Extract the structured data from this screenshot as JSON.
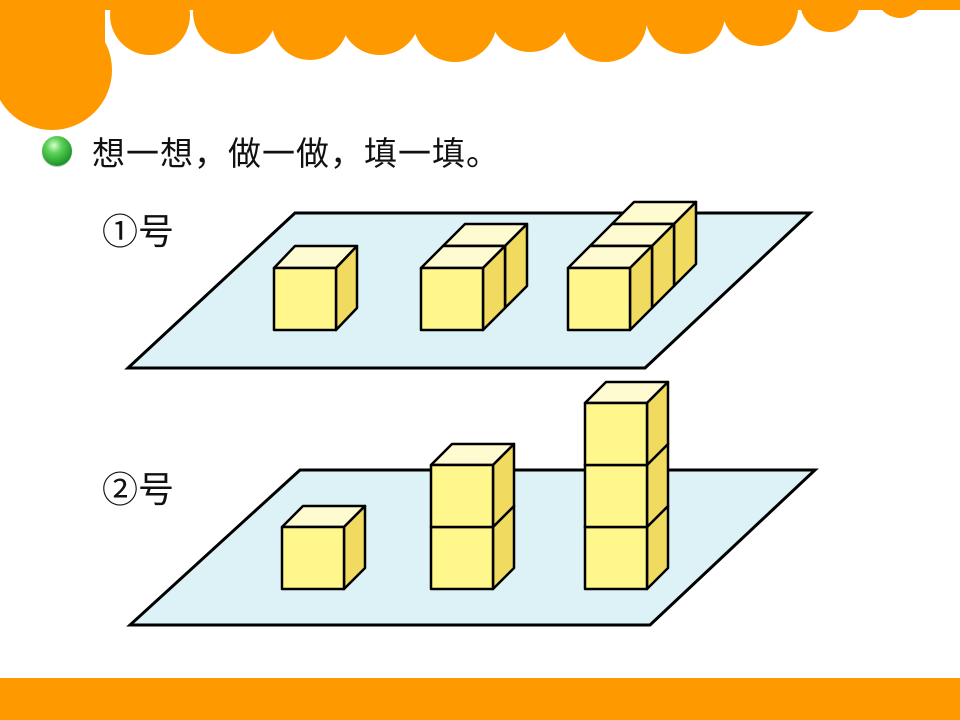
{
  "instruction": "想一想，做一做，填一填。",
  "rows": [
    {
      "label": "①号"
    },
    {
      "label": "②号"
    }
  ],
  "icons": {
    "bullet": "green-circle-bullet-icon"
  },
  "colors": {
    "accent_orange": "#FF9900",
    "cube_front": "#FFF78C",
    "cube_top": "#FFFBD0",
    "cube_side": "#F0DB60",
    "plane_fill": "#DDF2F6",
    "outline": "#000000"
  }
}
